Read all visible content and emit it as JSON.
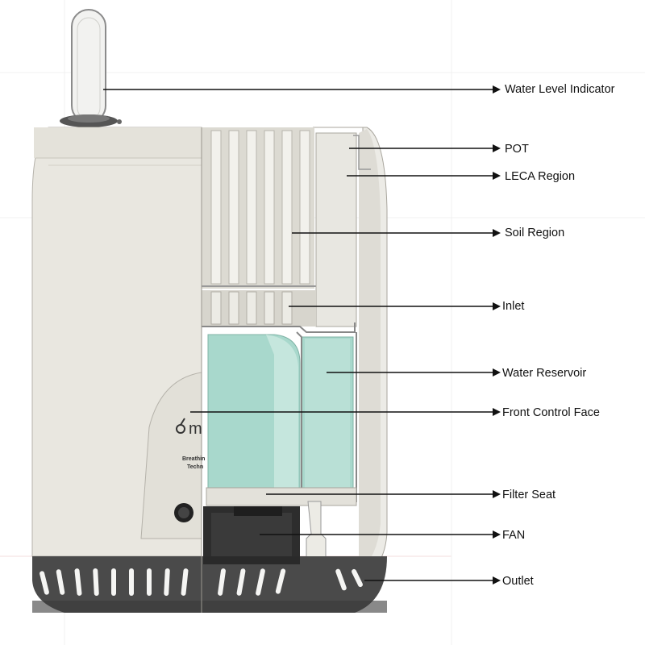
{
  "labels": [
    {
      "id": "water-level-indicator",
      "text": "Water Level Indicator"
    },
    {
      "id": "pot",
      "text": "POT"
    },
    {
      "id": "leca-region",
      "text": "LECA Region"
    },
    {
      "id": "soil-region",
      "text": "Soil Region"
    },
    {
      "id": "inlet",
      "text": "Inlet"
    },
    {
      "id": "water-reservoir",
      "text": "Water Reservoir"
    },
    {
      "id": "front-control-face",
      "text": "Front Control Face"
    },
    {
      "id": "filter-seat",
      "text": "Filter Seat"
    },
    {
      "id": "fan",
      "text": "FAN"
    },
    {
      "id": "outlet",
      "text": "Outlet"
    }
  ],
  "device": {
    "logo_text": "m",
    "tagline_line1": "Breathin",
    "tagline_line2": "Techn"
  },
  "colors": {
    "shell": "#e9e7e0",
    "shell_shadow": "#d8d5cc",
    "base": "#4a4a4a",
    "reservoir": "#a8d8cc",
    "reservoir_dark": "#8cc4b6",
    "leader": "#111111"
  }
}
